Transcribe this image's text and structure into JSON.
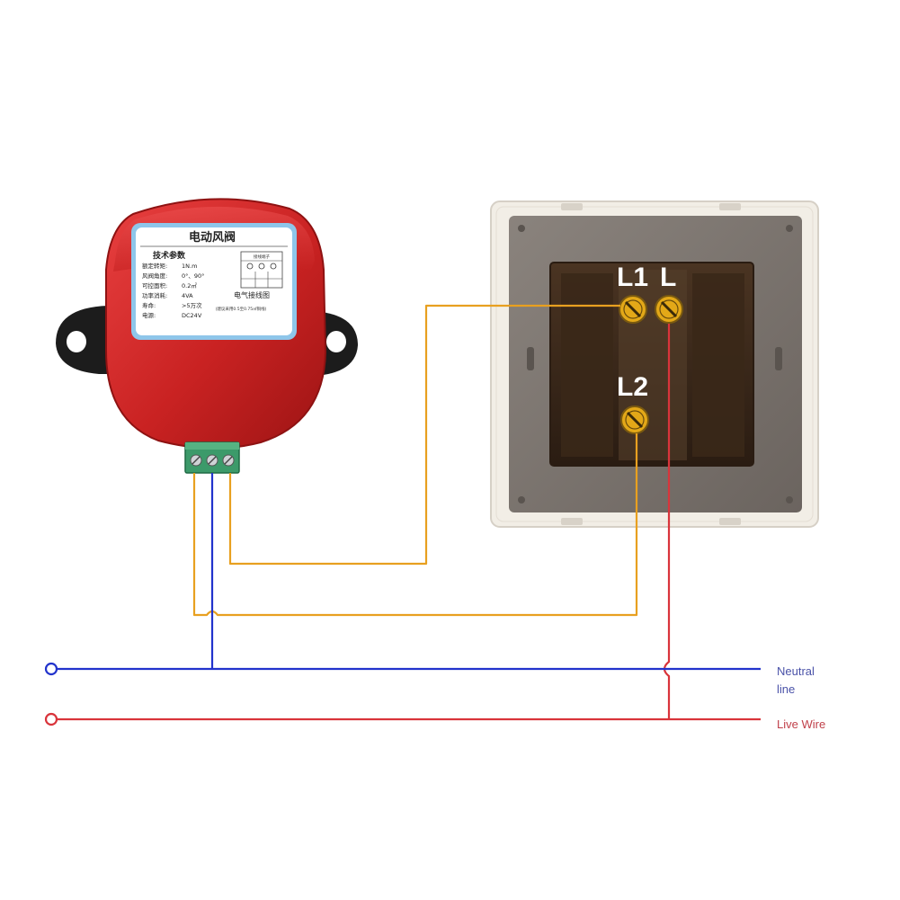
{
  "actuator": {
    "title": "电动风阀",
    "spec_heading": "技术参数",
    "specs": [
      {
        "label": "额定转矩:",
        "value": "1N.m"
      },
      {
        "label": "风阀角度:",
        "value": "0°、90°"
      },
      {
        "label": "可控面积:",
        "value": "0.2㎡"
      },
      {
        "label": "功率消耗:",
        "value": "4VA"
      },
      {
        "label": "寿命:",
        "value": ">5万次"
      },
      {
        "label": "电源:",
        "value": "DC24V"
      }
    ],
    "wiring_heading": "电气接线图",
    "wiring_box_title": "接线端子",
    "power_note": "(建议采用0.5至0.75㎡铜线)"
  },
  "switch": {
    "terminals": {
      "l1": "L1",
      "l": "L",
      "l2": "L2"
    }
  },
  "lines": {
    "neutral_label_1": "Neutral",
    "neutral_label_2": "line",
    "live_label": "Live Wire"
  },
  "colors": {
    "neutral": "#2233cc",
    "live": "#d9343b",
    "control": "#e8a020",
    "actuator_body": "#d42a2a",
    "terminal_block": "#3c9a6a",
    "switch_frame": "#f2eee6",
    "switch_plate": "#7b7470",
    "switch_core": "#3d2a1c",
    "terminal_screw": "#e3a818",
    "neutral_label": "#4a52a8",
    "live_label": "#c0404a"
  }
}
